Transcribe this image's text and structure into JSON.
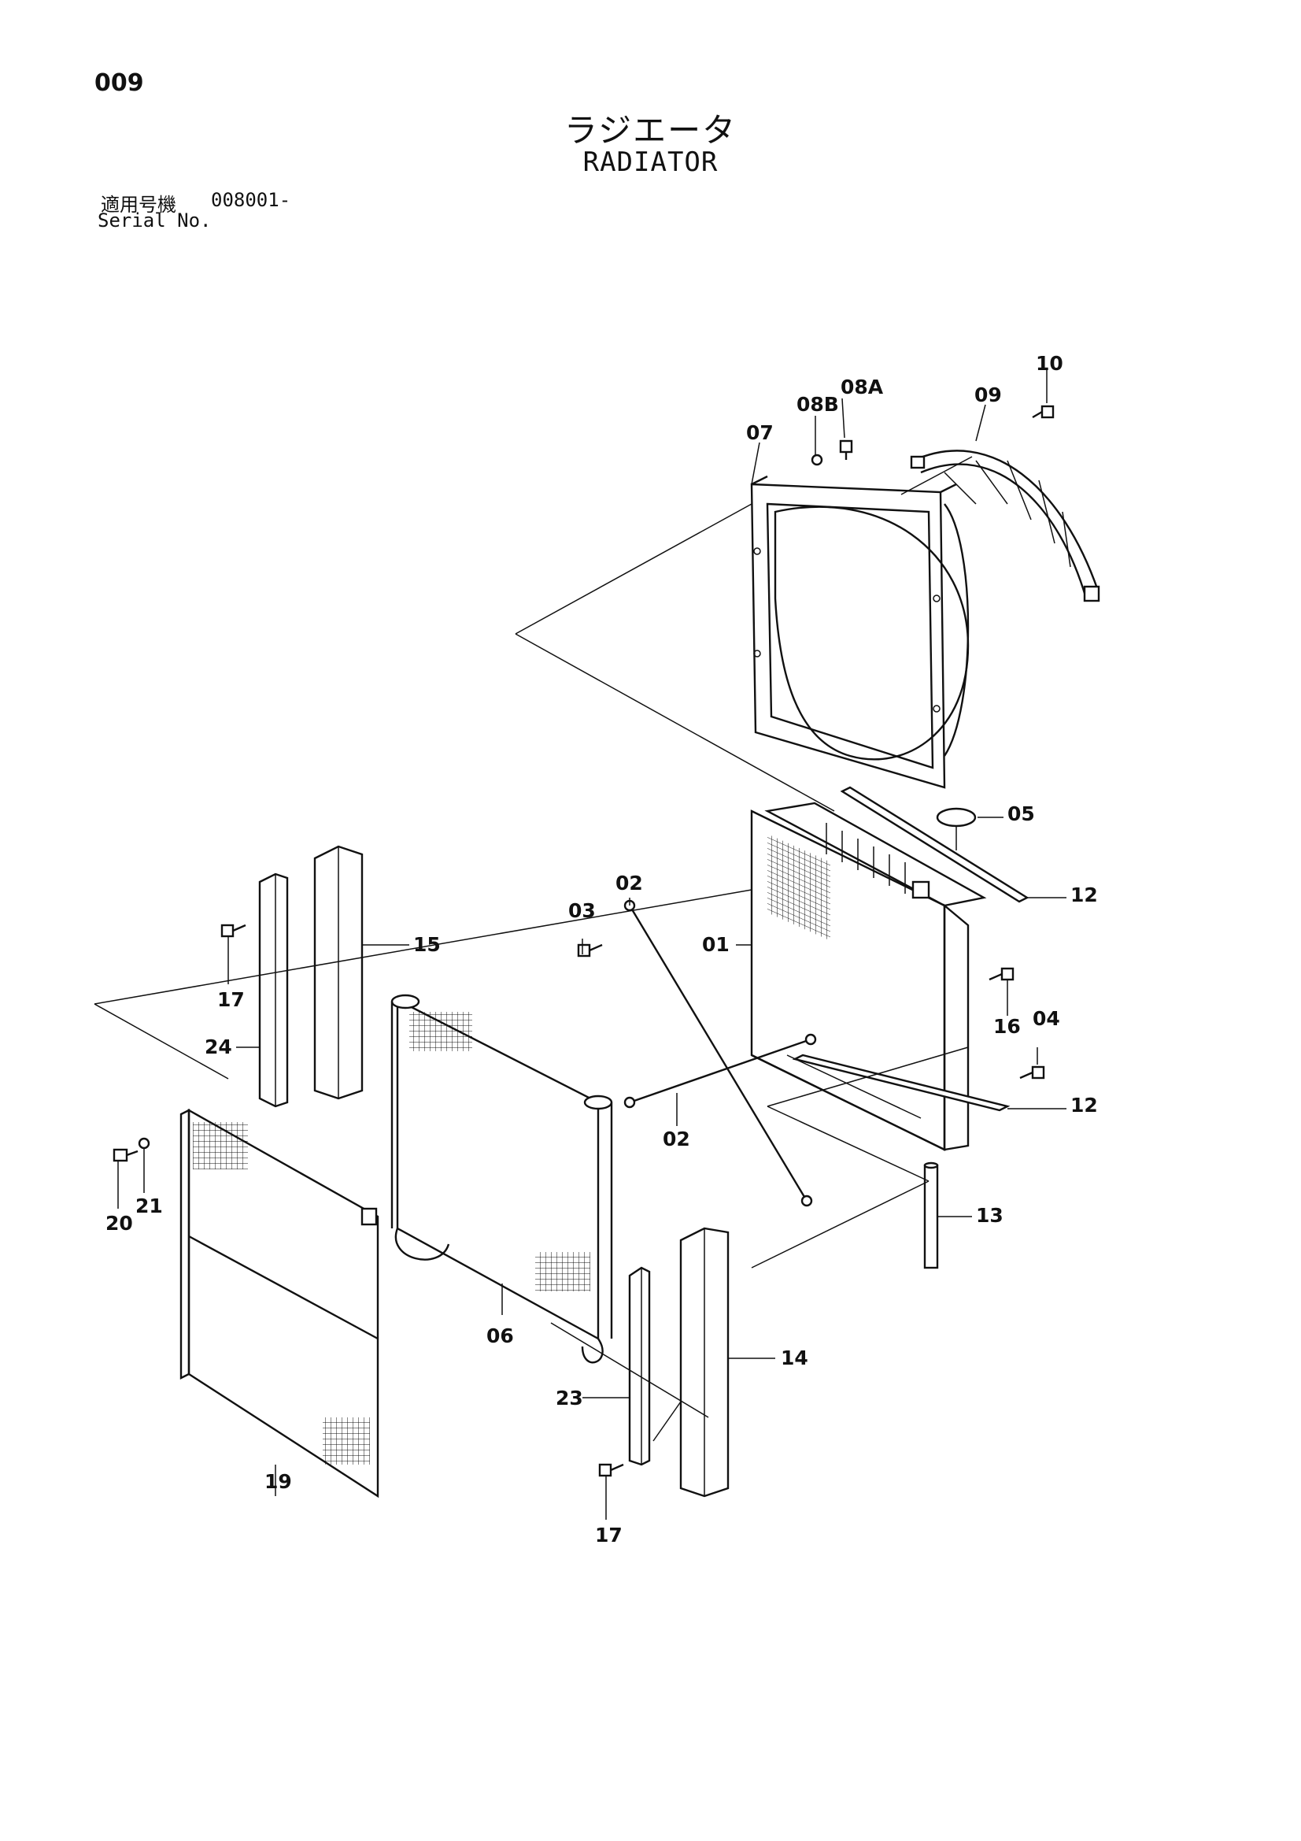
{
  "page": {
    "number": "009"
  },
  "title": {
    "japanese": "ラジエータ",
    "english": "RADIATOR"
  },
  "serial": {
    "label_jp": "適用号機",
    "value": "008001-",
    "label_en": "Serial No."
  },
  "callouts": {
    "c01": "01",
    "c02a": "02",
    "c02b": "02",
    "c03": "03",
    "c04": "04",
    "c05": "05",
    "c06": "06",
    "c07": "07",
    "c08a": "08A",
    "c08b": "08B",
    "c09": "09",
    "c10": "10",
    "c12a": "12",
    "c12b": "12",
    "c13": "13",
    "c14": "14",
    "c15": "15",
    "c16": "16",
    "c17a": "17",
    "c17b": "17",
    "c19": "19",
    "c20": "20",
    "c21": "21",
    "c23": "23",
    "c24": "24"
  }
}
